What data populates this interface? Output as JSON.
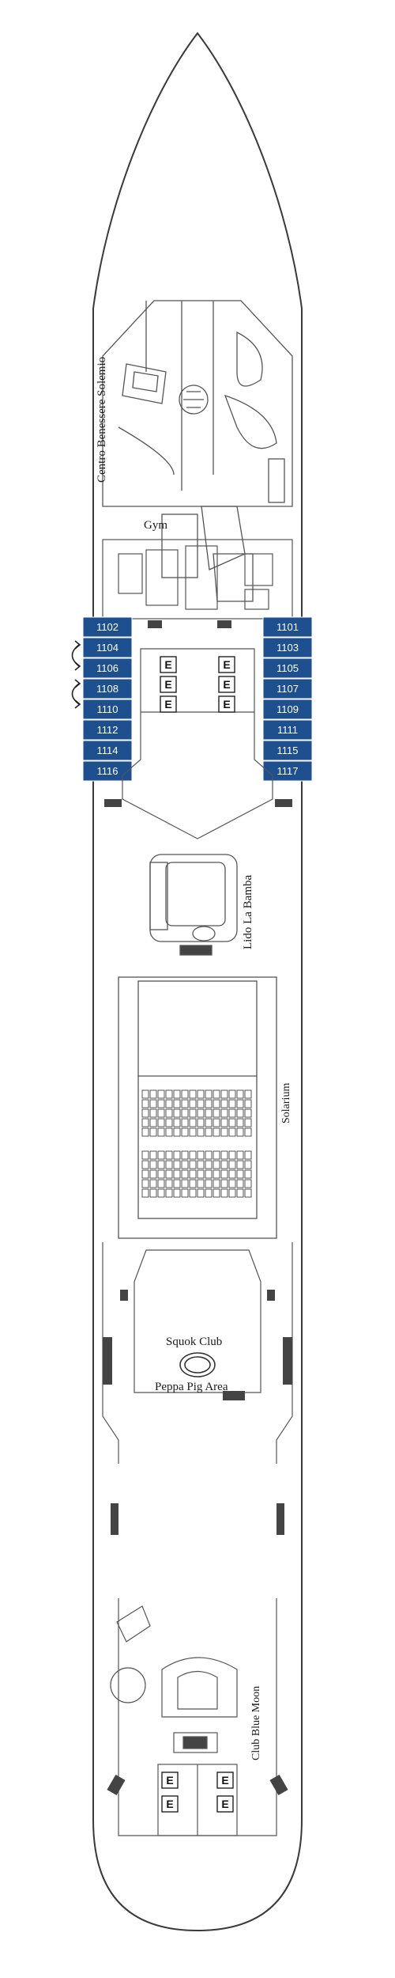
{
  "colors": {
    "cabin_fill": "#1e4f8f",
    "hull_stroke": "#3a3a3a",
    "background": "#ffffff"
  },
  "venues": {
    "spa": "Centro Benessere Solemio",
    "gym": "Gym",
    "lido": "Lido La Bamba",
    "solarium": "Solarium",
    "squok": "Squok Club",
    "peppa": "Peppa Pig Area",
    "blue_moon": "Club Blue Moon"
  },
  "elevator_label": "E",
  "connecting_icon": "curved-arrow-icon",
  "cabins_left": [
    "1102",
    "1104",
    "1106",
    "1108",
    "1110",
    "1112",
    "1114",
    "1116"
  ],
  "cabins_right": [
    "1101",
    "1103",
    "1105",
    "1107",
    "1109",
    "1111",
    "1115",
    "1117"
  ]
}
